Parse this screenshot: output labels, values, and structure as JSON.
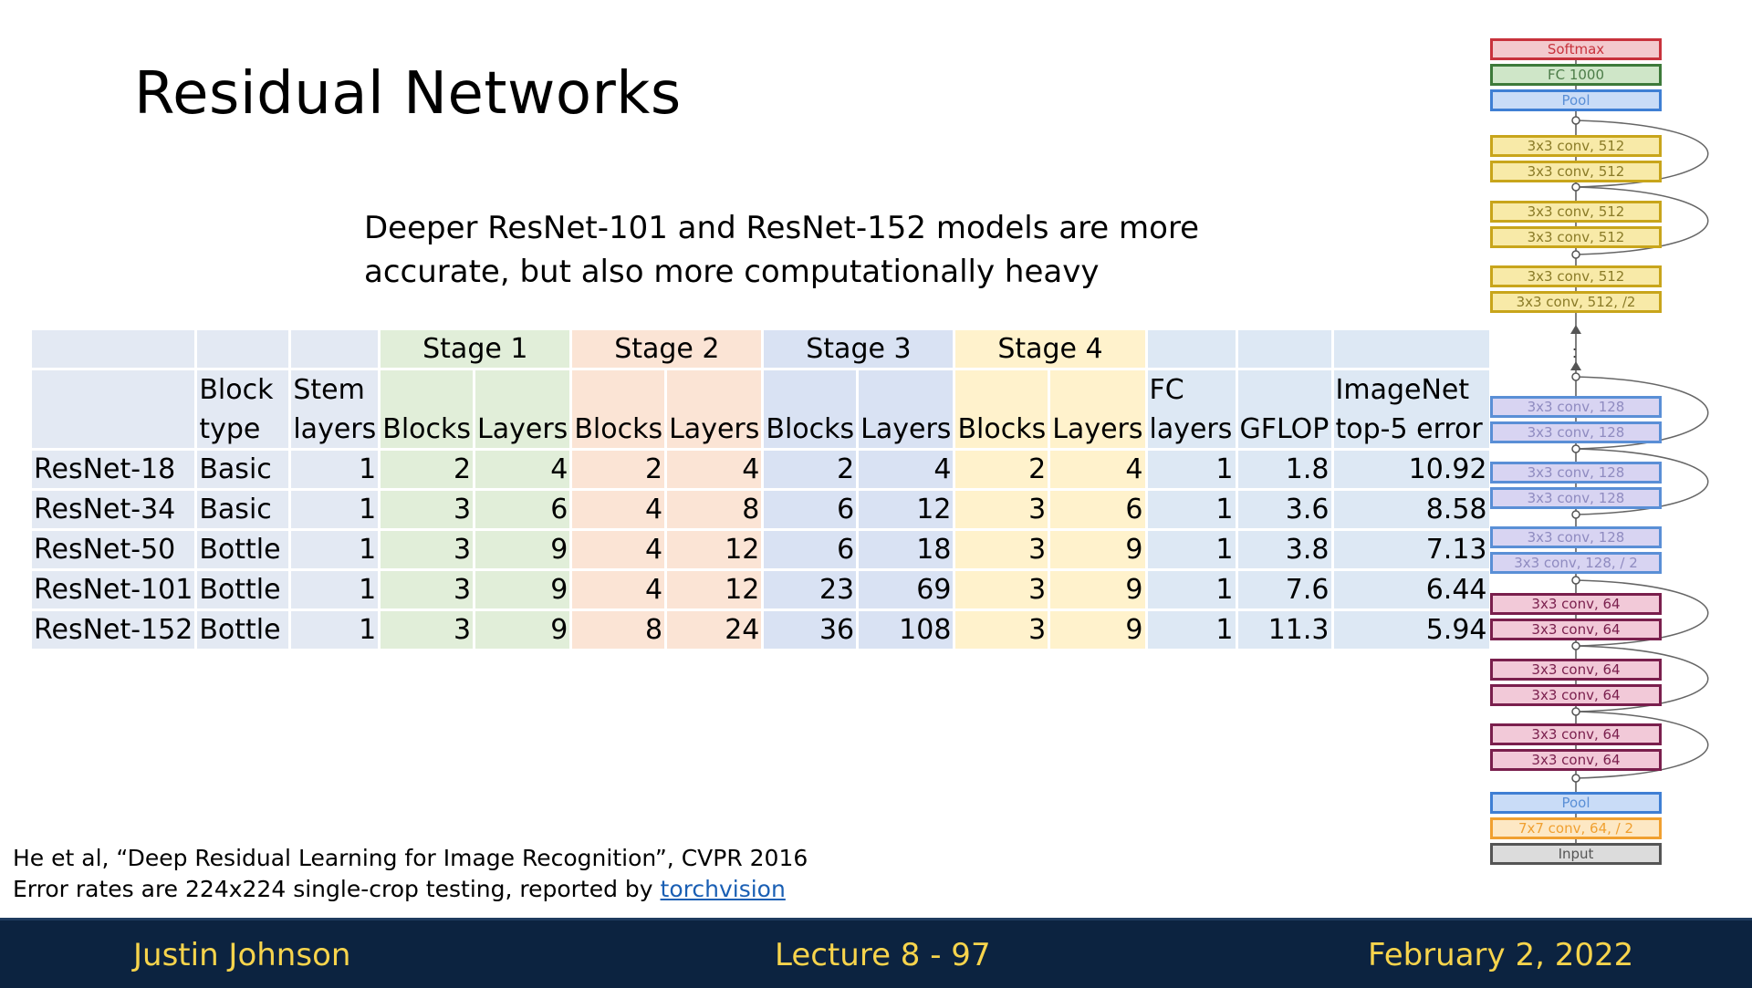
{
  "slide": {
    "title": "Residual Networks",
    "subtitle_line1": "Deeper ResNet-101 and ResNet-152 models are more",
    "subtitle_line2": "accurate, but also more computationally heavy"
  },
  "table": {
    "stage_headers": [
      "Stage 1",
      "Stage 2",
      "Stage 3",
      "Stage 4"
    ],
    "col_headers": {
      "block_type": [
        "Block",
        "type"
      ],
      "stem_layers": [
        "Stem",
        "layers"
      ],
      "blocks": "Blocks",
      "layers": "Layers",
      "fc_layers": [
        "FC",
        "layers"
      ],
      "gflop": "GFLOP",
      "top5": [
        "ImageNet",
        "top-5 error"
      ]
    },
    "rows": [
      {
        "name": "ResNet-18",
        "type": "Basic",
        "stem": "1",
        "s1b": "2",
        "s1l": "4",
        "s2b": "2",
        "s2l": "4",
        "s3b": "2",
        "s3l": "4",
        "s4b": "2",
        "s4l": "4",
        "fc": "1",
        "gflop": "1.8",
        "err": "10.92"
      },
      {
        "name": "ResNet-34",
        "type": "Basic",
        "stem": "1",
        "s1b": "3",
        "s1l": "6",
        "s2b": "4",
        "s2l": "8",
        "s3b": "6",
        "s3l": "12",
        "s4b": "3",
        "s4l": "6",
        "fc": "1",
        "gflop": "3.6",
        "err": "8.58"
      },
      {
        "name": "ResNet-50",
        "type": "Bottle",
        "stem": "1",
        "s1b": "3",
        "s1l": "9",
        "s2b": "4",
        "s2l": "12",
        "s3b": "6",
        "s3l": "18",
        "s4b": "3",
        "s4l": "9",
        "fc": "1",
        "gflop": "3.8",
        "err": "7.13"
      },
      {
        "name": "ResNet-101",
        "type": "Bottle",
        "stem": "1",
        "s1b": "3",
        "s1l": "9",
        "s2b": "4",
        "s2l": "12",
        "s3b": "23",
        "s3l": "69",
        "s4b": "3",
        "s4l": "9",
        "fc": "1",
        "gflop": "7.6",
        "err": "6.44"
      },
      {
        "name": "ResNet-152",
        "type": "Bottle",
        "stem": "1",
        "s1b": "3",
        "s1l": "9",
        "s2b": "8",
        "s2l": "24",
        "s3b": "36",
        "s3l": "108",
        "s4b": "3",
        "s4l": "9",
        "fc": "1",
        "gflop": "11.3",
        "err": "5.94"
      }
    ]
  },
  "citation": {
    "line1": "He et al, “Deep Residual Learning for Image Recognition”, CVPR 2016",
    "line2_prefix": "Error rates are 224x224 single-crop testing, reported by ",
    "link_text": "torchvision"
  },
  "footer": {
    "author": "Justin Johnson",
    "lecture": "Lecture 8 - 97",
    "date": "February 2, 2022"
  },
  "architecture": {
    "blocks": [
      {
        "label": "Softmax",
        "kind": "soft"
      },
      {
        "label": "FC 1000",
        "kind": "fc"
      },
      {
        "label": "Pool",
        "kind": "pool"
      },
      {
        "label": "3x3 conv, 512",
        "kind": "512"
      },
      {
        "label": "3x3 conv, 512",
        "kind": "512"
      },
      {
        "label": "3x3 conv, 512",
        "kind": "512"
      },
      {
        "label": "3x3 conv, 512",
        "kind": "512"
      },
      {
        "label": "3x3 conv, 512",
        "kind": "512"
      },
      {
        "label": "3x3 conv, 512, /2",
        "kind": "512"
      },
      {
        "label": "3x3 conv, 128",
        "kind": "128"
      },
      {
        "label": "3x3 conv, 128",
        "kind": "128"
      },
      {
        "label": "3x3 conv, 128",
        "kind": "128"
      },
      {
        "label": "3x3 conv, 128",
        "kind": "128"
      },
      {
        "label": "3x3 conv, 128",
        "kind": "128"
      },
      {
        "label": "3x3 conv, 128, / 2",
        "kind": "128"
      },
      {
        "label": "3x3 conv, 64",
        "kind": "64"
      },
      {
        "label": "3x3 conv, 64",
        "kind": "64"
      },
      {
        "label": "3x3 conv, 64",
        "kind": "64"
      },
      {
        "label": "3x3 conv, 64",
        "kind": "64"
      },
      {
        "label": "3x3 conv, 64",
        "kind": "64"
      },
      {
        "label": "3x3 conv, 64",
        "kind": "64"
      },
      {
        "label": "Pool",
        "kind": "pool"
      },
      {
        "label": "7x7 conv, 64, / 2",
        "kind": "7"
      },
      {
        "label": "Input",
        "kind": "in"
      }
    ],
    "ellipsis": ":"
  }
}
